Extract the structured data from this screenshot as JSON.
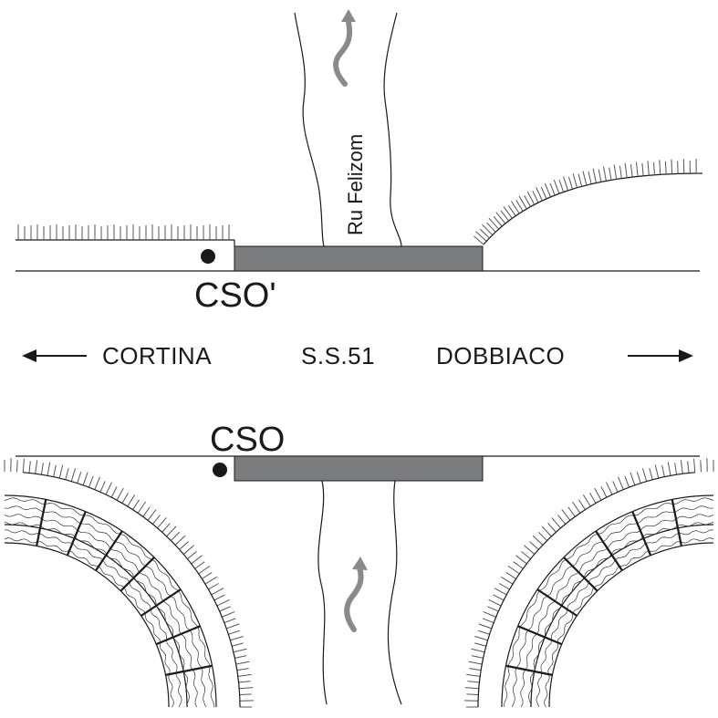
{
  "road": {
    "name": "S.S.51",
    "left_destination": "CORTINA",
    "right_destination": "DOBBIACO"
  },
  "stream": {
    "name": "Ru Felizom"
  },
  "stations": {
    "upper": "CSO'",
    "lower": "CSO"
  },
  "colors": {
    "bridge": "#7b7c7e",
    "river_arrow": "#8a8a8a",
    "ink": "#1a1a1a"
  }
}
